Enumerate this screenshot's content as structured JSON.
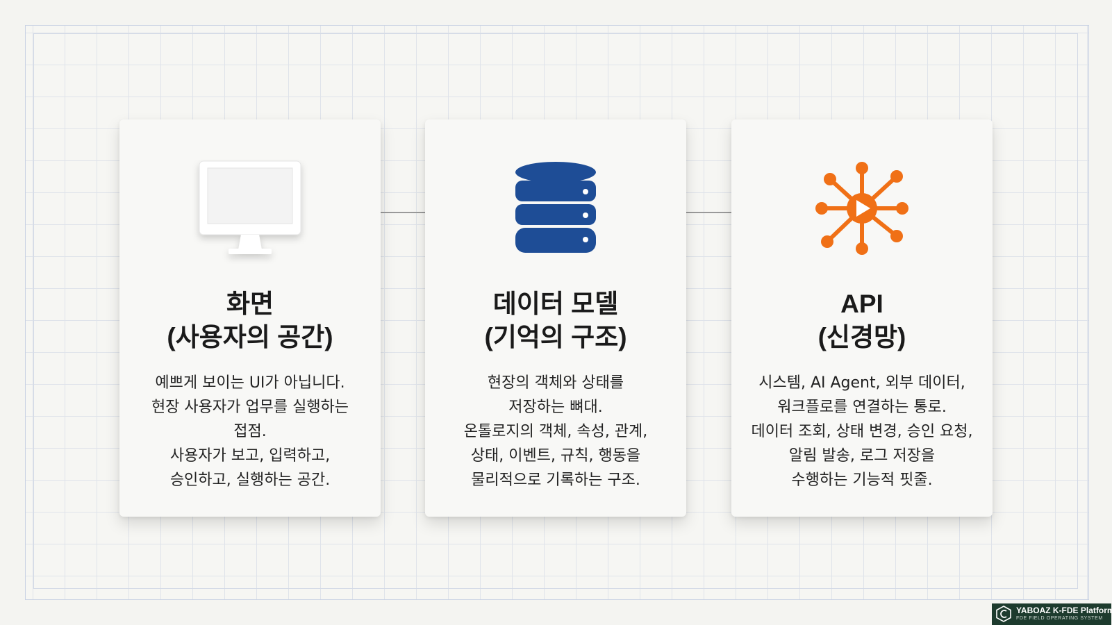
{
  "colors": {
    "background": "#f4f4f1",
    "grid_line": "#dfe3ea",
    "card": "#f8f8f6",
    "database_blue": "#1e4d96",
    "network_orange": "#f07016",
    "connector": "#9a9a9a",
    "badge_bg": "#1d3b2e"
  },
  "cards": [
    {
      "icon": "monitor-icon",
      "title_line1": "화면",
      "title_line2": "(사용자의 공간)",
      "description": [
        "예쁘게 보이는 UI가 아닙니다.",
        "현장 사용자가 업무를 실행하는",
        "접점.",
        "사용자가 보고, 입력하고,",
        "승인하고, 실행하는 공간."
      ]
    },
    {
      "icon": "database-icon",
      "title_line1": "데이터 모델",
      "title_line2": "(기억의 구조)",
      "description": [
        "현장의 객체와 상태를",
        "저장하는 뼈대.",
        "온톨로지의 객체, 속성, 관계,",
        "상태, 이벤트, 규칙, 행동을",
        "물리적으로 기록하는 구조."
      ]
    },
    {
      "icon": "network-hub-icon",
      "title_line1": "API",
      "title_line2": "(신경망)",
      "description": [
        "시스템, AI Agent, 외부 데이터,",
        "워크플로를 연결하는 통로.",
        "데이터 조회, 상태 변경, 승인 요청,",
        "알림 발송, 로그 저장을",
        "수행하는 기능적 핏줄."
      ]
    }
  ],
  "badge": {
    "name": "YABOAZ K-FDE Platform",
    "subtitle": "FDE FIELD OPERATING SYSTEM",
    "icon": "platform-logo-icon"
  }
}
